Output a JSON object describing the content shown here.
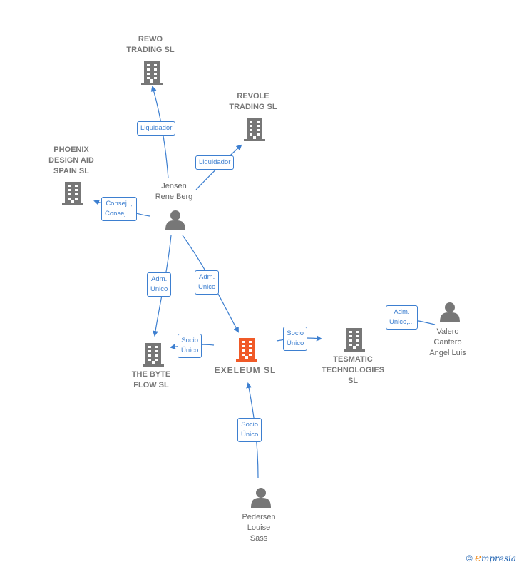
{
  "nodes": {
    "rewo": {
      "label": "REWO\nTRADING SL"
    },
    "revole": {
      "label": "REVOLE\nTRADING SL"
    },
    "phoenix": {
      "label": "PHOENIX\nDESIGN AID\nSPAIN  SL"
    },
    "jensen": {
      "label": "Jensen\nRene Berg"
    },
    "byteflow": {
      "label": "THE BYTE\nFLOW  SL"
    },
    "exeleum": {
      "label": "EXELEUM  SL"
    },
    "tesmatic": {
      "label": "TESMATIC\nTECHNOLOGIES\nSL"
    },
    "valero": {
      "label": "Valero\nCantero\nAngel Luis"
    },
    "pedersen": {
      "label": "Pedersen\nLouise\nSass"
    }
  },
  "edges": {
    "liq_rewo": {
      "label": "Liquidador"
    },
    "liq_revole": {
      "label": "Liquidador"
    },
    "consej_phoenix": {
      "label": "Consej. ,\nConsej...."
    },
    "adm_byteflow": {
      "label": "Adm.\nUnico"
    },
    "adm_exeleum": {
      "label": "Adm.\nUnico"
    },
    "socio_byteflow": {
      "label": "Socio\nÚnico"
    },
    "socio_tesmatic": {
      "label": "Socio\nÚnico"
    },
    "adm_tesmatic": {
      "label": "Adm.\nUnico,..."
    },
    "socio_exeleum": {
      "label": "Socio\nÚnico"
    }
  },
  "colors": {
    "edge": "#3d7fd0",
    "company_icon": "#777777",
    "main_company_icon": "#f05a28",
    "person_icon": "#777777"
  },
  "watermark": {
    "symbol": "©",
    "brand_initial": "e",
    "brand_rest": "mpresia"
  }
}
